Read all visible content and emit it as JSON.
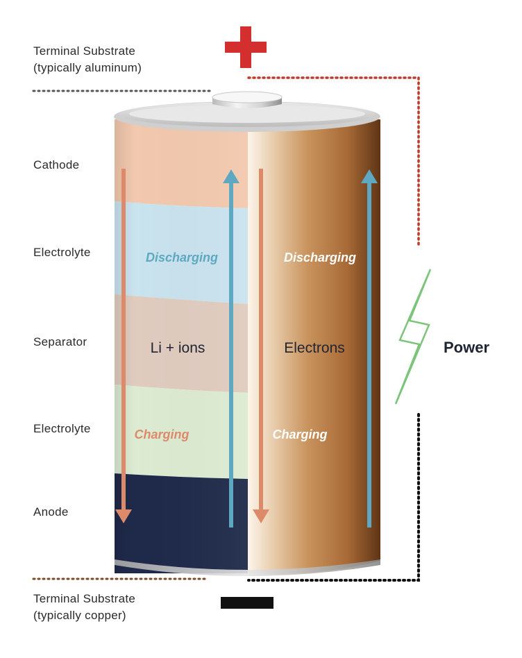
{
  "labels": {
    "terminal_top_line1": "Terminal Substrate",
    "terminal_top_line2": "(typically aluminum)",
    "cathode": "Cathode",
    "electrolyte_top": "Electrolyte",
    "separator": "Separator",
    "electrolyte_bottom": "Electrolyte",
    "anode": "Anode",
    "terminal_bottom_line1": "Terminal Substrate",
    "terminal_bottom_line2": "(typically copper)",
    "power": "Power"
  },
  "left_half": {
    "center_label": "Li + ions",
    "discharging": "Discharging",
    "charging": "Charging"
  },
  "right_half": {
    "center_label": "Electrons",
    "discharging": "Discharging",
    "charging": "Charging"
  },
  "colors": {
    "cathode": "#f2c9ae",
    "electrolyte_top": "#c9e3ef",
    "separator": "#e0ccbf",
    "electrolyte_bottom": "#dcebd2",
    "anode": "#1f2a4a",
    "charge_arrow": "#dc8a6a",
    "discharge_arrow": "#5fa8c2",
    "positive_terminal": "#d32f2f",
    "negative_terminal": "#111111",
    "positive_wire": "#c0392b",
    "negative_wire": "#111111",
    "lightning": "#7cc47a"
  }
}
